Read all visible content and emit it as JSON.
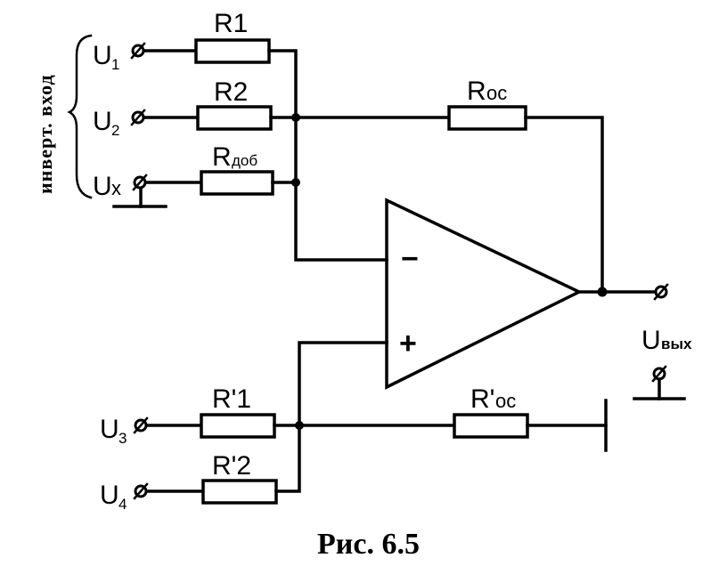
{
  "resistors": {
    "r1": "R1",
    "r2": "R2",
    "radd_main": "R",
    "radd_sub": "доб",
    "roc_main": "R",
    "roc_sub": "ос",
    "r1p": "R'1",
    "r2p": "R'2",
    "rocp_main": "R'",
    "rocp_sub": "ос"
  },
  "inputs": {
    "u1_main": "U",
    "u1_sub": "1",
    "u2_main": "U",
    "u2_sub": "2",
    "ux_main": "U",
    "ux_sub": "x",
    "u3_main": "U",
    "u3_sub": "3",
    "u4_main": "U",
    "u4_sub": "4"
  },
  "output": {
    "main": "U",
    "sub": "вых"
  },
  "opamp": {
    "minus": "−",
    "plus": "+"
  },
  "side_label": "инверт. вход",
  "caption": "Рис. 6.5"
}
